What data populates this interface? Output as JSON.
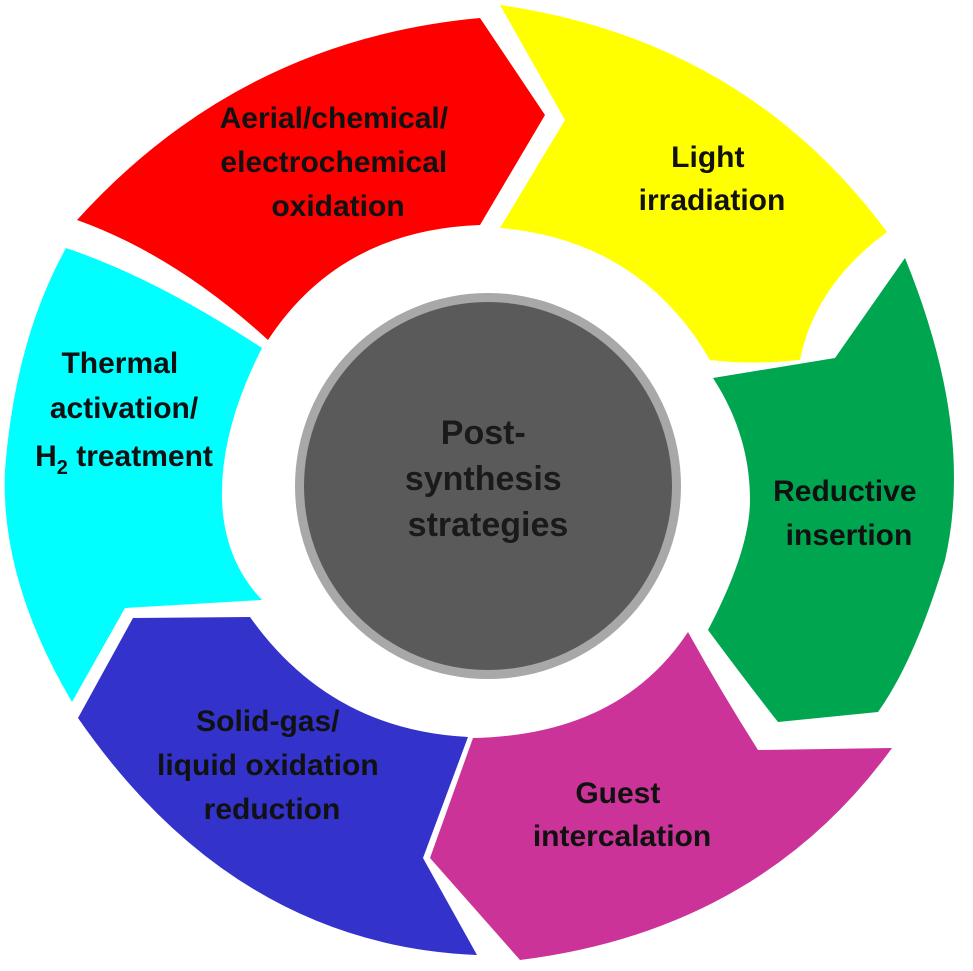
{
  "center": {
    "lines": [
      "Post-",
      "synthesis",
      "strategies"
    ],
    "fill": "#5a5a5a",
    "ring": "#a8a8a8"
  },
  "segments": [
    {
      "id": "oxidation",
      "color": "#ff0000",
      "lines": [
        "Aerial/chemical/",
        "electrochemical",
        "oxidation"
      ]
    },
    {
      "id": "light",
      "color": "#ffff00",
      "lines": [
        "Light",
        "irradiation"
      ]
    },
    {
      "id": "reductive",
      "color": "#00a550",
      "lines": [
        "Reductive",
        "insertion"
      ]
    },
    {
      "id": "guest",
      "color": "#cc3399",
      "lines": [
        "Guest",
        "intercalation"
      ]
    },
    {
      "id": "solid-gas",
      "color": "#3333cc",
      "lines": [
        "Solid-gas/",
        "liquid oxidation",
        "reduction"
      ]
    },
    {
      "id": "thermal",
      "color": "#00ffff",
      "lines": [
        "Thermal",
        "activation/"
      ],
      "formula": {
        "base": "H",
        "subscript": "2",
        "rest": " treatment"
      }
    }
  ]
}
